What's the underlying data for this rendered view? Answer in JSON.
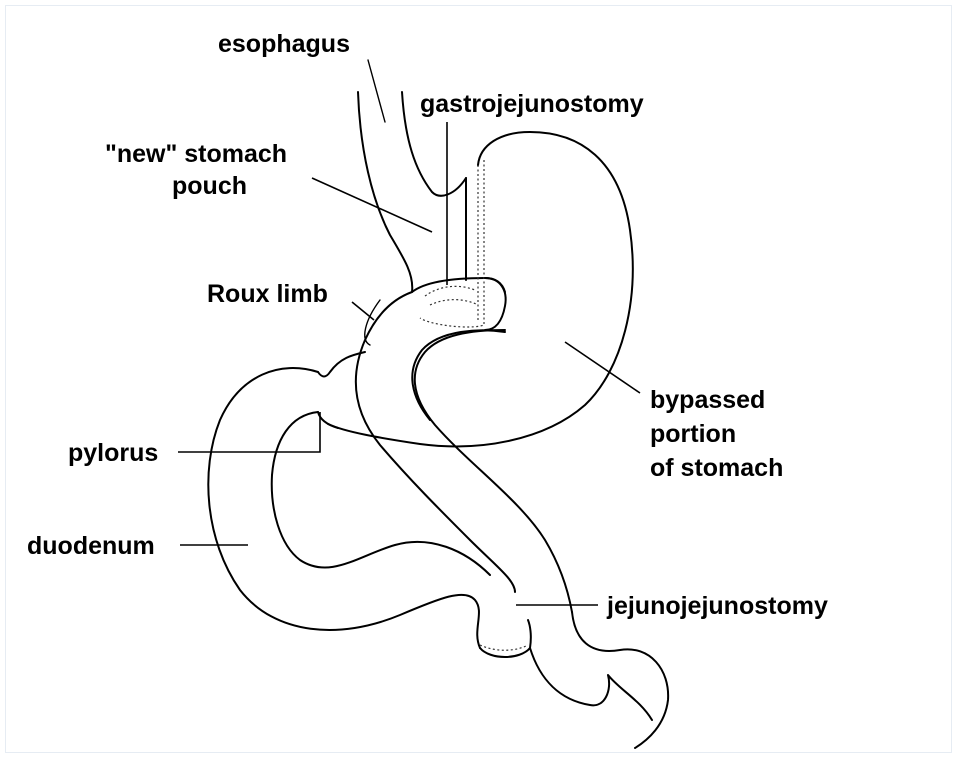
{
  "labels": {
    "esophagus": "esophagus",
    "gastrojejunostomy": "gastrojejunostomy",
    "new_stomach_pouch_line1": "\"new\" stomach",
    "new_stomach_pouch_line2": "pouch",
    "roux_limb": "Roux limb",
    "bypassed_line1": "bypassed",
    "bypassed_line2": "portion",
    "bypassed_line3": "of stomach",
    "pylorus": "pylorus",
    "duodenum": "duodenum",
    "jejunojejunostomy": "jejunojejunostomy"
  }
}
